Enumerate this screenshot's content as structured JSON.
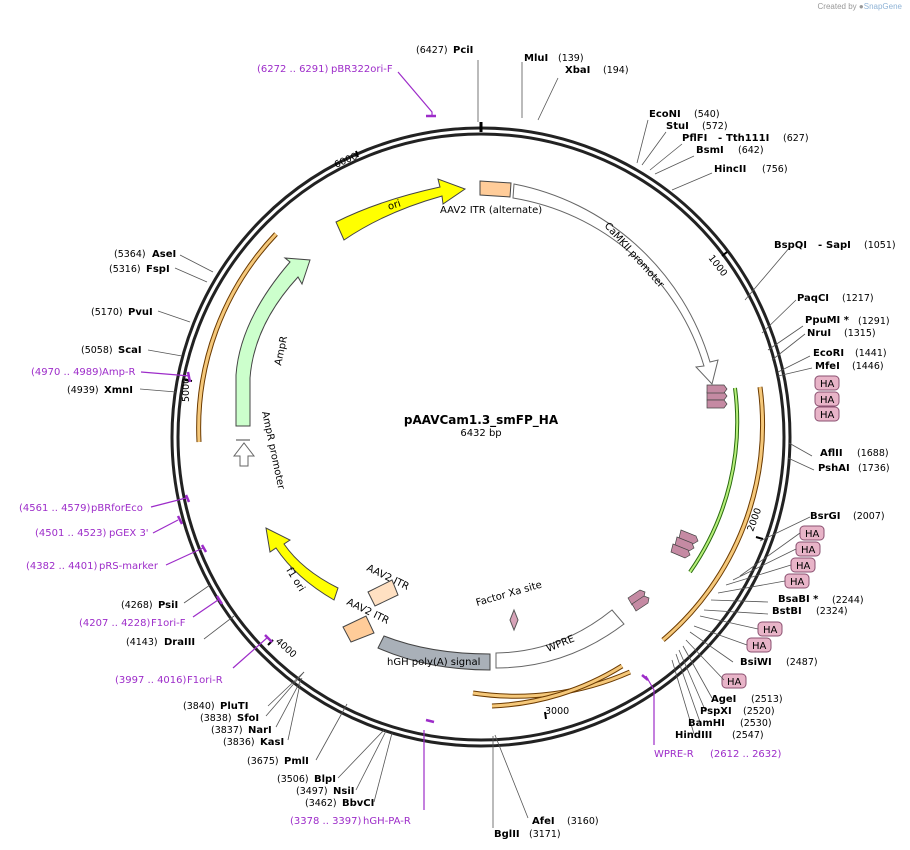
{
  "branding": {
    "prefix": "Created by",
    "name": "SnapGene"
  },
  "plasmid": {
    "name": "pAAVCam1.3_smFP_HA",
    "length_label": "6432 bp"
  },
  "ticks": [
    "1000",
    "2000",
    "3000",
    "4000",
    "5000",
    "6000"
  ],
  "features": {
    "ori": "ori",
    "itr_alt": "AAV2 ITR (alternate)",
    "camkii": "CaMKII promoter",
    "ampr": "AmpR",
    "ampr_promoter": "AmpR promoter",
    "f1ori": "f1 ori",
    "itr1": "AAV2 ITR",
    "itr2": "AAV2 ITR",
    "hgh": "hGH poly(A) signal",
    "factor_xa": "Factor Xa site",
    "wpre": "WPRE",
    "ha_tags": [
      "HA",
      "HA",
      "HA",
      "HA",
      "HA",
      "HA",
      "HA",
      "HA",
      "HA",
      "HA"
    ]
  },
  "enzymes_right": [
    {
      "name": "MluI",
      "pos": "(139)"
    },
    {
      "name": "XbaI",
      "pos": "(194)"
    },
    {
      "name": "EcoNI",
      "pos": "(540)"
    },
    {
      "name": "StuI",
      "pos": "(572)"
    },
    {
      "name": "PflFI",
      "sep": "- ",
      "name2": "Tth111I",
      "pos": "(627)"
    },
    {
      "name": "BsmI",
      "pos": "(642)"
    },
    {
      "name": "HincII",
      "pos": "(756)"
    },
    {
      "name": "BspQI",
      "sep": "- ",
      "name2": "SapI",
      "pos": "(1051)"
    },
    {
      "name": "PaqCI",
      "pos": "(1217)"
    },
    {
      "name": "PpuMI *",
      "pos": "(1291)"
    },
    {
      "name": "NruI",
      "pos": "(1315)"
    },
    {
      "name": "EcoRI",
      "pos": "(1441)"
    },
    {
      "name": "MfeI",
      "pos": "(1446)"
    },
    {
      "name": "AflII",
      "pos": "(1688)"
    },
    {
      "name": "PshAI",
      "pos": "(1736)"
    },
    {
      "name": "BsrGI",
      "pos": "(2007)"
    },
    {
      "name": "BsaBI *",
      "pos": "(2244)"
    },
    {
      "name": "BstBI",
      "pos": "(2324)"
    },
    {
      "name": "BsiWI",
      "pos": "(2487)"
    },
    {
      "name": "AgeI",
      "pos": "(2513)"
    },
    {
      "name": "PspXI",
      "pos": "(2520)"
    },
    {
      "name": "BamHI",
      "pos": "(2530)"
    },
    {
      "name": "HindIII",
      "pos": "(2547)"
    },
    {
      "name": "AfeI",
      "pos": "(3160)"
    }
  ],
  "enzymes_left": [
    {
      "name": "PciI",
      "pos": "(6427)"
    },
    {
      "name": "AseI",
      "pos": "(5364)"
    },
    {
      "name": "FspI",
      "pos": "(5316)"
    },
    {
      "name": "PvuI",
      "pos": "(5170)"
    },
    {
      "name": "ScaI",
      "pos": "(5058)"
    },
    {
      "name": "XmnI",
      "pos": "(4939)"
    },
    {
      "name": "PsiI",
      "pos": "(4268)"
    },
    {
      "name": "DraIII",
      "pos": "(4143)"
    },
    {
      "name": "PluTI",
      "pos": "(3840)"
    },
    {
      "name": "SfoI",
      "pos": "(3838)"
    },
    {
      "name": "NarI",
      "pos": "(3837)"
    },
    {
      "name": "KasI",
      "pos": "(3836)"
    },
    {
      "name": "PmlI",
      "pos": "(3675)"
    },
    {
      "name": "BlpI",
      "pos": "(3506)"
    },
    {
      "name": "NsiI",
      "pos": "(3497)"
    },
    {
      "name": "BbvCI",
      "pos": "(3462)"
    },
    {
      "name": "BglII",
      "pos": "(3171)"
    }
  ],
  "primers": [
    {
      "name": "pBR322ori-F",
      "range": "(6272 .. 6291)"
    },
    {
      "name": "Amp-R",
      "range": "(4970 .. 4989)"
    },
    {
      "name": "pBRforEco",
      "range": "(4561 .. 4579)"
    },
    {
      "name": "pGEX 3'",
      "range": "(4501 .. 4523)"
    },
    {
      "name": "pRS-marker",
      "range": "(4382 .. 4401)"
    },
    {
      "name": "F1ori-F",
      "range": "(4207 .. 4228)"
    },
    {
      "name": "F1ori-R",
      "range": "(3997 .. 4016)"
    },
    {
      "name": "hGH-PA-R",
      "range": "(3378 .. 3397)"
    },
    {
      "name": "WPRE-R",
      "range": "(2612 .. 2632)"
    }
  ],
  "colors": {
    "primer": "#9d2cc9",
    "ori": "#ffff00",
    "ampr": "#ccffcc",
    "itr": "#ffcc99",
    "ha": "#e8b4c8",
    "hgh": "#a9b0b8",
    "orf": "#f5c87a"
  }
}
